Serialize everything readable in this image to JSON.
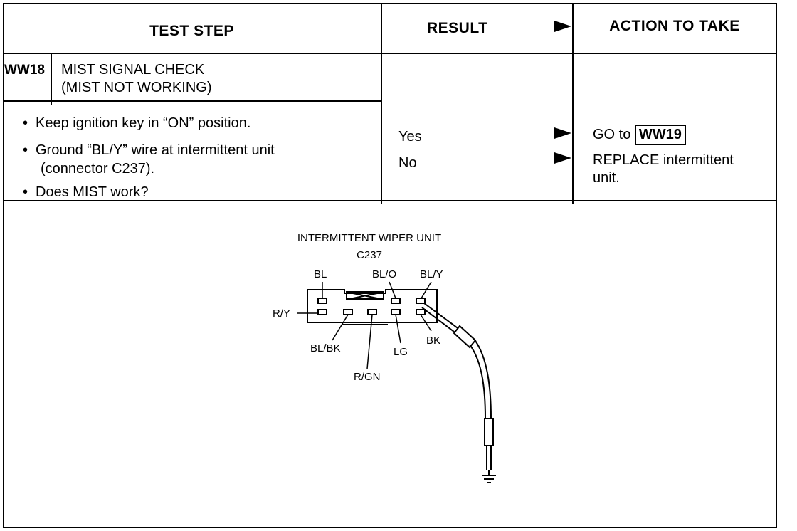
{
  "table": {
    "headers": {
      "test_step": "TEST STEP",
      "result": "RESULT",
      "action": "ACTION TO TAKE"
    },
    "step": {
      "id": "WW18",
      "title_line1": "MIST SIGNAL CHECK",
      "title_line2": "(MIST NOT WORKING)",
      "bullets": [
        "Keep ignition key in “ON” position.",
        "Ground “BL/Y” wire at intermittent unit",
        "(connector C237).",
        "Does MIST work?"
      ]
    },
    "results": {
      "yes": "Yes",
      "no": "No"
    },
    "actions": {
      "yes_prefix": "GO to",
      "yes_ref": "WW19",
      "no_line1": "REPLACE intermittent",
      "no_line2": "unit."
    }
  },
  "diagram": {
    "title": "INTERMITTENT WIPER UNIT",
    "connector": "C237",
    "pins": {
      "bl": "BL",
      "blo": "BL/O",
      "bly": "BL/Y",
      "ry": "R/Y",
      "blbk": "BL/BK",
      "rgn": "R/GN",
      "lg": "LG",
      "bk": "BK"
    }
  }
}
